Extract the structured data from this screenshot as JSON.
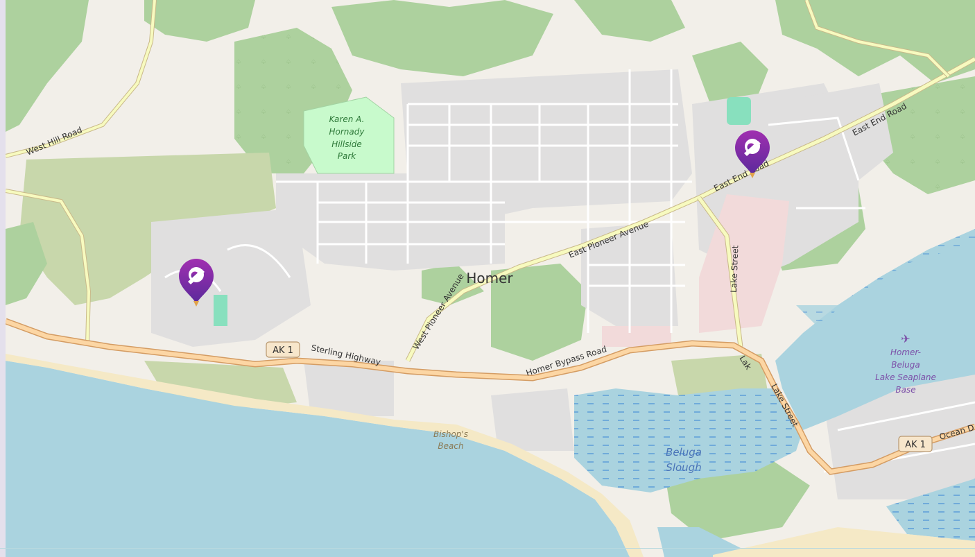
{
  "map": {
    "city_label": "Homer",
    "park_label": [
      "Karen A.",
      "Hornady",
      "Hillside",
      "Park"
    ],
    "slough_label": [
      "Beluga",
      "Slough"
    ],
    "beach_label": [
      "Bishop's",
      "Beach"
    ],
    "seaplane_label": [
      "Homer-",
      "Beluga",
      "Lake Seaplane",
      "Base"
    ],
    "roads": {
      "west_hill": "West Hill Road",
      "sterling": "Sterling Highway",
      "bypass": "Homer Bypass Road",
      "west_pioneer": "West Pioneer Avenue",
      "east_pioneer": "East Pioneer Avenue",
      "east_end": "East End Road",
      "lake_street_north": "Lake Street",
      "lake_street_south": "Lake Street",
      "lake_partial": "Lak",
      "ocean": "Ocean D"
    },
    "shields": [
      "AK 1",
      "AK 1"
    ],
    "markers": [
      {
        "name": "west-location-marker",
        "icon": "map-pin-icon"
      },
      {
        "name": "east-location-marker",
        "icon": "map-pin-icon"
      }
    ],
    "colors": {
      "water": "#aad3df",
      "land": "#f2efe9",
      "forest": "#add19e",
      "scrub": "#c8d7ab",
      "residential": "#e0dfdf",
      "park": "#c8facc",
      "sand": "#f5e9c6",
      "trunk_road": "#fcd6a4",
      "secondary_road": "#f7fabf",
      "marker": "#7b2fa8"
    }
  }
}
